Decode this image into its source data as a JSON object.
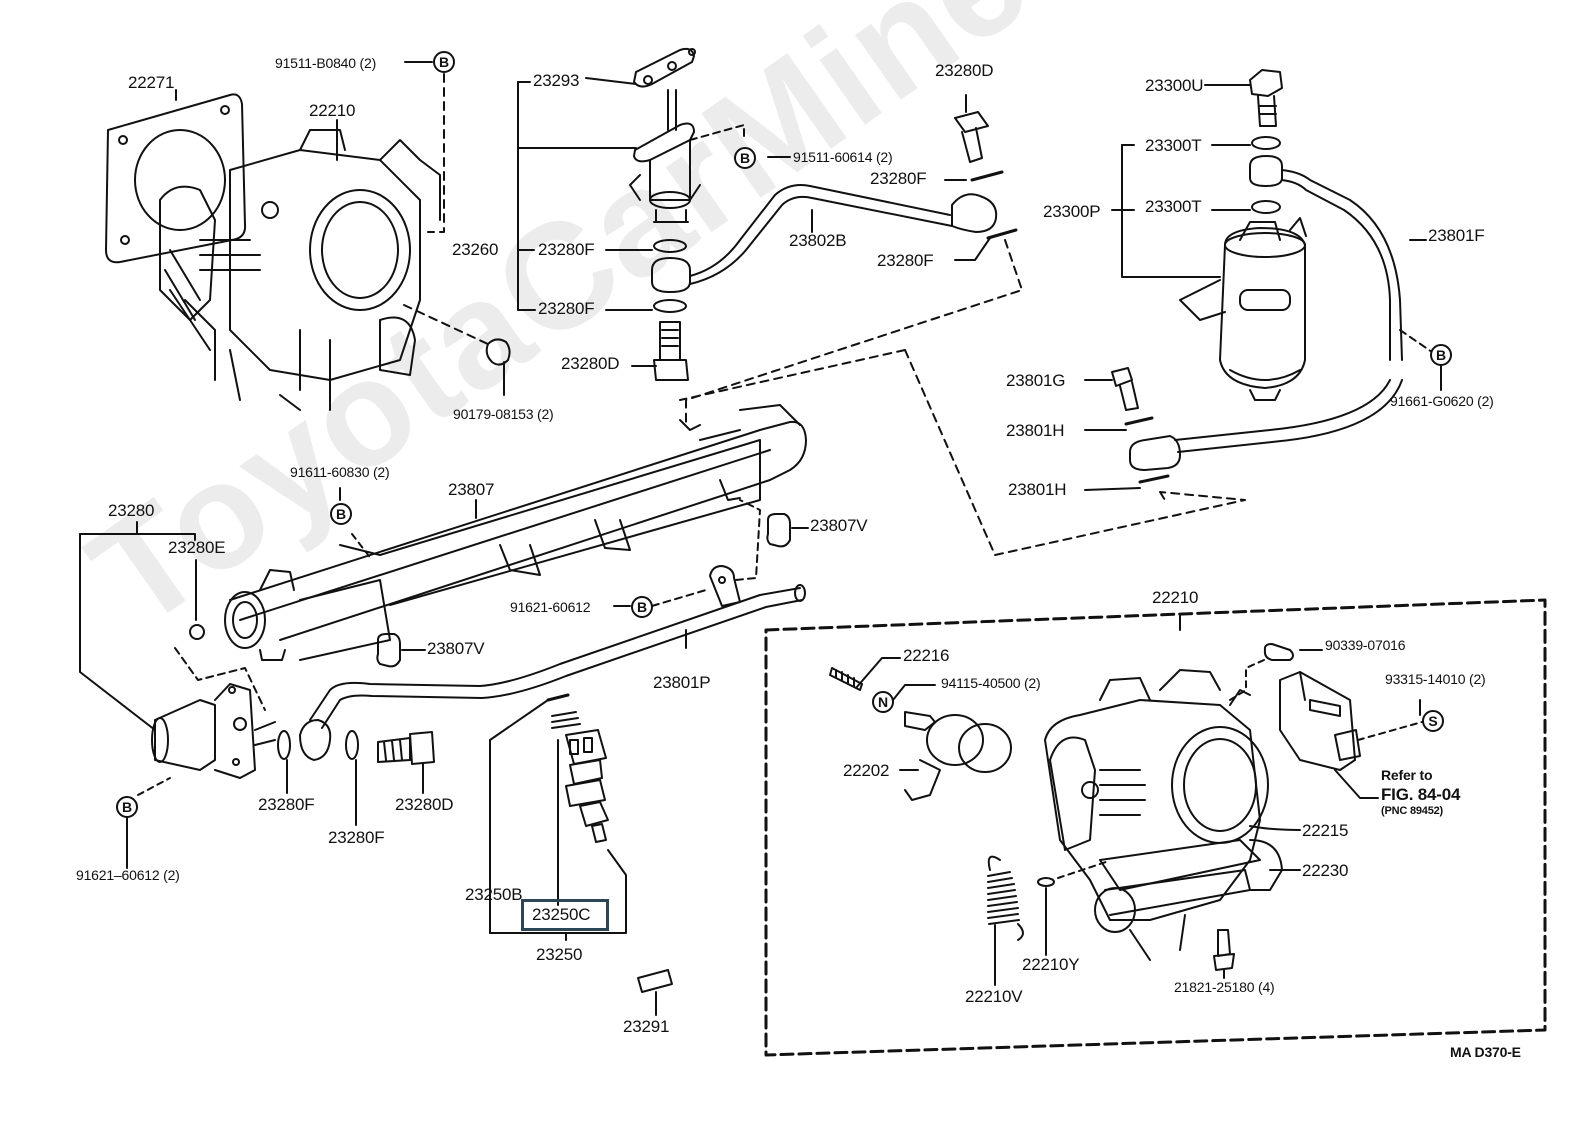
{
  "diagram": {
    "figure_code": "MA D370-E",
    "watermark": "ToyotaCarMine.ru",
    "highlighted_part": "23250C",
    "highlight_color": "#2e4653",
    "ink_color": "#111111",
    "callouts": [
      {
        "id": "c-22271",
        "text": "22271"
      },
      {
        "id": "c-22210-top",
        "text": "22210"
      },
      {
        "id": "c-91511-b0840",
        "text": "91511-B0840 (2)"
      },
      {
        "id": "c-23293",
        "text": "23293"
      },
      {
        "id": "c-91511-60614",
        "text": "91511-60614 (2)"
      },
      {
        "id": "c-23280d-top",
        "text": "23280D"
      },
      {
        "id": "c-23280f-a",
        "text": "23280F"
      },
      {
        "id": "c-23260",
        "text": "23260"
      },
      {
        "id": "c-23280f-b",
        "text": "23280F"
      },
      {
        "id": "c-23802b",
        "text": "23802B"
      },
      {
        "id": "c-23280f-c",
        "text": "23280F"
      },
      {
        "id": "c-23280f-d",
        "text": "23280F"
      },
      {
        "id": "c-23280d-mid",
        "text": "23280D"
      },
      {
        "id": "c-90179-08153",
        "text": "90179-08153 (2)"
      },
      {
        "id": "c-23300u",
        "text": "23300U"
      },
      {
        "id": "c-23300t-a",
        "text": "23300T"
      },
      {
        "id": "c-23300p",
        "text": "23300P"
      },
      {
        "id": "c-23300t-b",
        "text": "23300T"
      },
      {
        "id": "c-23801f",
        "text": "23801F"
      },
      {
        "id": "c-91661-g0620",
        "text": "91661-G0620 (2)"
      },
      {
        "id": "c-23801g",
        "text": "23801G"
      },
      {
        "id": "c-23801h-a",
        "text": "23801H"
      },
      {
        "id": "c-23801h-b",
        "text": "23801H"
      },
      {
        "id": "c-91611-60830",
        "text": "91611-60830 (2)"
      },
      {
        "id": "c-23807",
        "text": "23807"
      },
      {
        "id": "c-23280",
        "text": "23280"
      },
      {
        "id": "c-23280e",
        "text": "23280E"
      },
      {
        "id": "c-23807v-a",
        "text": "23807V"
      },
      {
        "id": "c-91621-60612-a",
        "text": "91621-60612"
      },
      {
        "id": "c-23807v-b",
        "text": "23807V"
      },
      {
        "id": "c-23801p",
        "text": "23801P"
      },
      {
        "id": "c-23280f-e",
        "text": "23280F"
      },
      {
        "id": "c-23280f-f",
        "text": "23280F"
      },
      {
        "id": "c-23280d-low",
        "text": "23280D"
      },
      {
        "id": "c-91621-60612-b",
        "text": "91621–60612 (2)"
      },
      {
        "id": "c-23250b",
        "text": "23250B"
      },
      {
        "id": "c-23250c",
        "text": "23250C"
      },
      {
        "id": "c-23250",
        "text": "23250"
      },
      {
        "id": "c-23291",
        "text": "23291"
      },
      {
        "id": "c-22210-box",
        "text": "22210"
      },
      {
        "id": "c-22216",
        "text": "22216"
      },
      {
        "id": "c-94115-40500",
        "text": "94115-40500 (2)"
      },
      {
        "id": "c-90339-07016",
        "text": "90339-07016"
      },
      {
        "id": "c-93315-14010",
        "text": "93315-14010 (2)"
      },
      {
        "id": "c-22202",
        "text": "22202"
      },
      {
        "id": "c-22215",
        "text": "22215"
      },
      {
        "id": "c-22230",
        "text": "22230"
      },
      {
        "id": "c-22210y",
        "text": "22210Y"
      },
      {
        "id": "c-22210v",
        "text": "22210V"
      },
      {
        "id": "c-21821-25180",
        "text": "21821-25180 (4)"
      }
    ],
    "markers": {
      "b": "B",
      "n": "N",
      "s": "S"
    },
    "reference_note": {
      "line1": "Refer to",
      "line2": "FIG. 84-04",
      "line3": "(PNC 89452)"
    }
  }
}
